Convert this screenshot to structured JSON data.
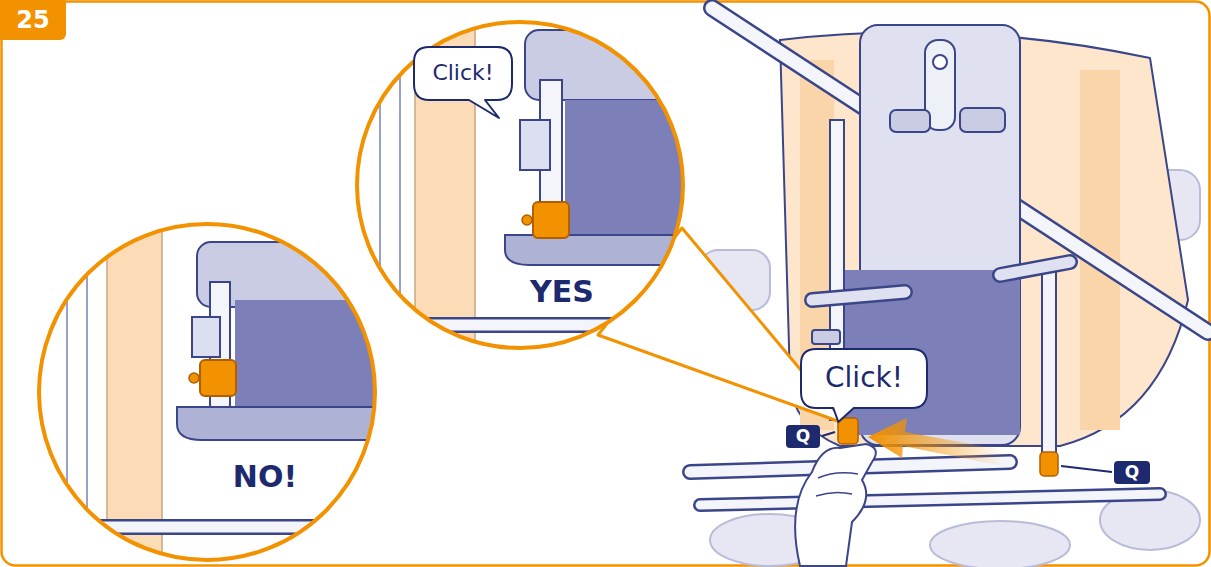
{
  "diagram": {
    "nodes": [
      {
        "text": [
          "25"
        ]
      },
      {
        "text": [
          "NO!"
        ]
      },
      {
        "text": [
          "YES"
        ]
      },
      {
        "text": [
          "Click!"
        ],
        "in": 2
      },
      {
        "text": [
          "Click!"
        ]
      },
      {
        "text": [
          "Q"
        ]
      },
      {
        "text": [
          "Q"
        ]
      }
    ]
  }
}
